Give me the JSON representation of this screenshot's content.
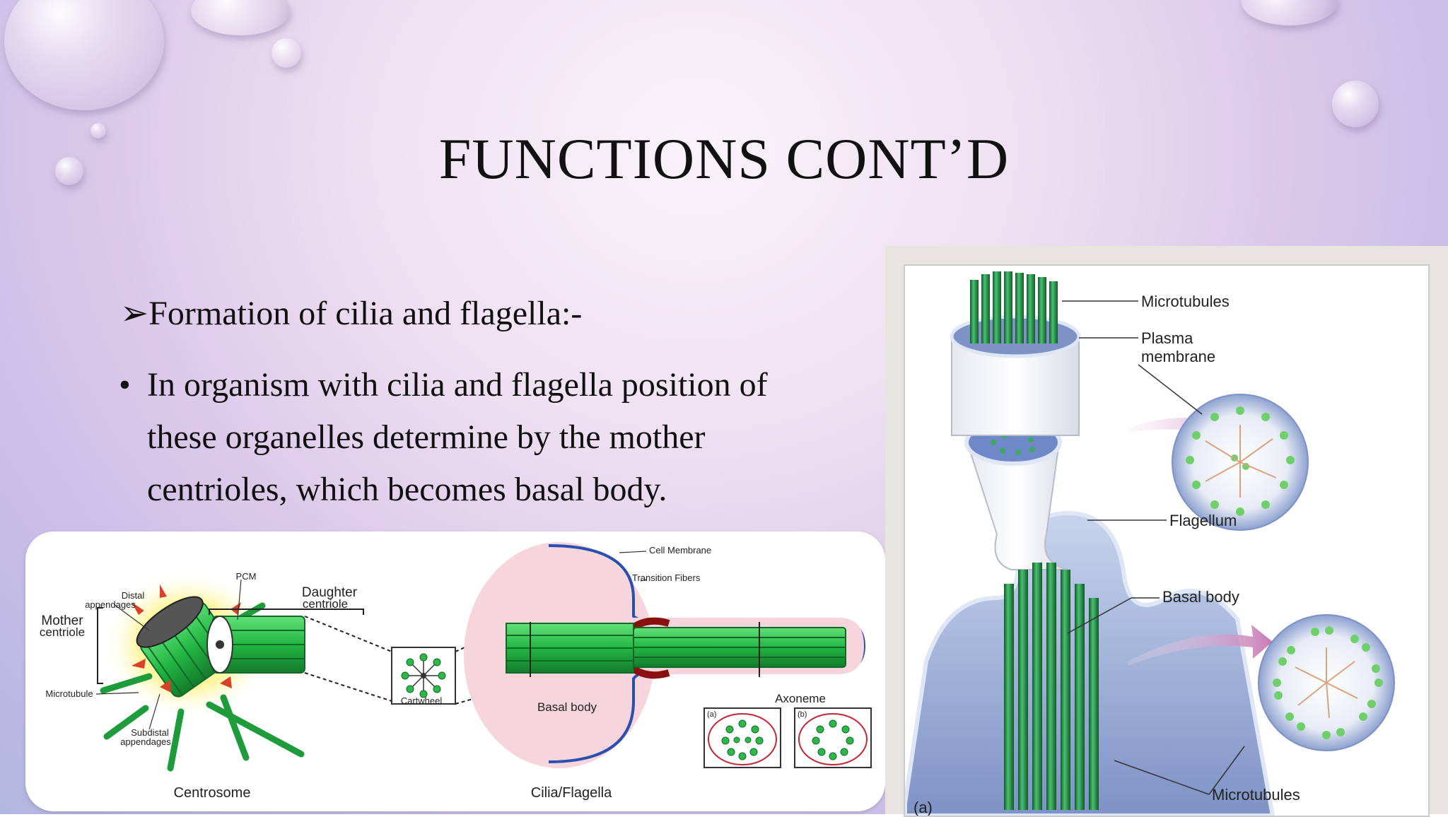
{
  "slide": {
    "title": "FUNCTIONS CONT’D",
    "heading_marker": "➢",
    "heading": "Formation of cilia and flagella:-",
    "bullet_marker": "•",
    "bullet": "In organism with cilia and flagella position of these organelles determine by the mother centrioles, which becomes basal body."
  },
  "left_figure": {
    "labels": {
      "distal": "Distal",
      "appendages": "appendages",
      "pcm": "PCM",
      "daughter": "Daughter",
      "centriole": "centriole",
      "mother": "Mother",
      "mother_centriole": "centriole",
      "microtubule": "Microtubule",
      "subdistal": "Subdistal",
      "subdistal_appendages": "appendages",
      "cartwheel": "Cartwheel",
      "cell_membrane": "Cell Membrane",
      "transition_fibers": "Transition Fibers",
      "basal_body": "Basal body",
      "axoneme": "Axoneme",
      "panel_a": "(a)",
      "panel_b": "(b)",
      "centrosome": "Centrosome",
      "cilia_flagella": "Cilia/Flagella"
    }
  },
  "right_figure": {
    "labels": {
      "microtubules_top": "Microtubules",
      "plasma": "Plasma",
      "membrane": "membrane",
      "flagellum": "Flagellum",
      "basal_body": "Basal body",
      "microtubules_bottom": "Microtubules",
      "panel": "(a)"
    }
  },
  "colors": {
    "green": "#2db84a",
    "dark_green": "#1d7a34",
    "blue_membrane": "#2b4fb0",
    "pink": "#f6d6dc",
    "arrow_pink": "#c779b5"
  }
}
